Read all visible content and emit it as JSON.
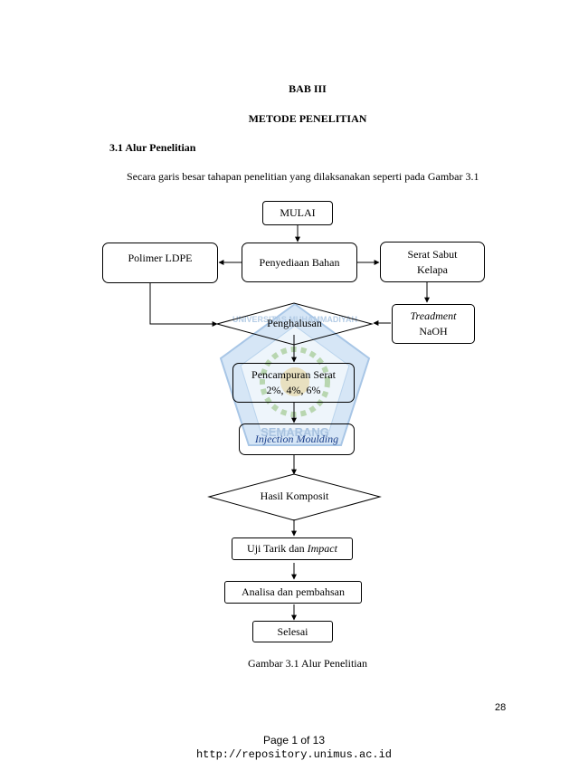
{
  "chapter": {
    "number": "BAB III",
    "title": "METODE PENELITIAN"
  },
  "section": {
    "heading": "3.1 Alur Penelitian",
    "intro": "Secara garis besar tahapan penelitian yang dilaksanakan seperti pada Gambar 3.1"
  },
  "flowchart": {
    "start": "MULAI",
    "prep": "Penyediaan Bahan",
    "polymer": "Polimer LDPE",
    "fiber_line1": "Serat Sabut",
    "fiber_line2": "Kelapa",
    "treatment_italic": "Treadment",
    "treatment_plain": "NaOH",
    "grinding": "Penghalusan",
    "mixing_line1": "Pencampuran Serat",
    "mixing_line2": "2%, 4%, 6%",
    "molding": "Injection Moulding",
    "result": "Hasil Komposit",
    "test_plain": "Uji Tarik dan",
    "test_italic": "Impact",
    "analysis": "Analisa dan pembahsan",
    "end": "Selesai"
  },
  "caption": "Gambar 3.1 Alur Penelitian",
  "page_number": "28",
  "watermark": {
    "text_top": "UNIVERSITAS MUHAMMADIYAH",
    "text_bottom": "SEMARANG"
  },
  "footer": {
    "page_label": "Page 1 of 13",
    "url": "http://repository.unimus.ac.id"
  }
}
